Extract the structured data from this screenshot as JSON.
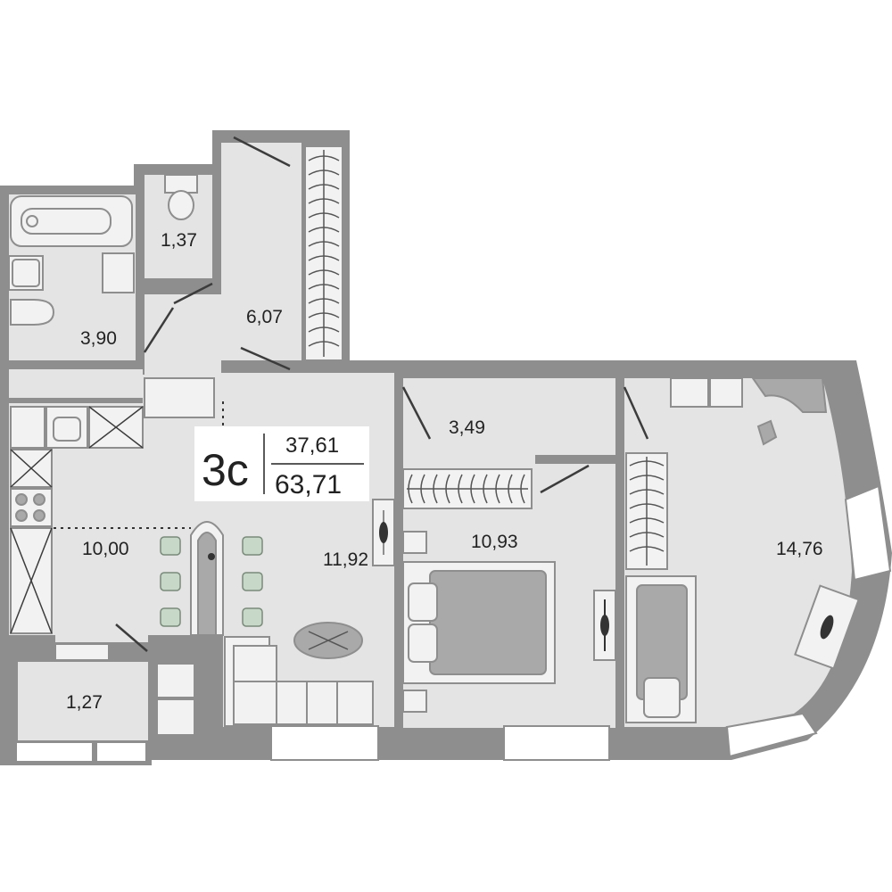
{
  "apartment": {
    "type": "3с",
    "living_area": "37,61",
    "total_area": "63,71"
  },
  "rooms": [
    {
      "id": "toilet",
      "area": "1,37"
    },
    {
      "id": "bathroom",
      "area": "3,90"
    },
    {
      "id": "hall",
      "area": "6,07"
    },
    {
      "id": "corridor",
      "area": "3,49"
    },
    {
      "id": "kitchen",
      "area": "10,00"
    },
    {
      "id": "living",
      "area": "11,92"
    },
    {
      "id": "bedroom",
      "area": "10,93"
    },
    {
      "id": "master",
      "area": "14,76"
    },
    {
      "id": "balcony",
      "area": "1,27"
    }
  ],
  "colors": {
    "wall": "#8e8e8e",
    "floor": "#e4e4e4",
    "text": "#222222"
  }
}
